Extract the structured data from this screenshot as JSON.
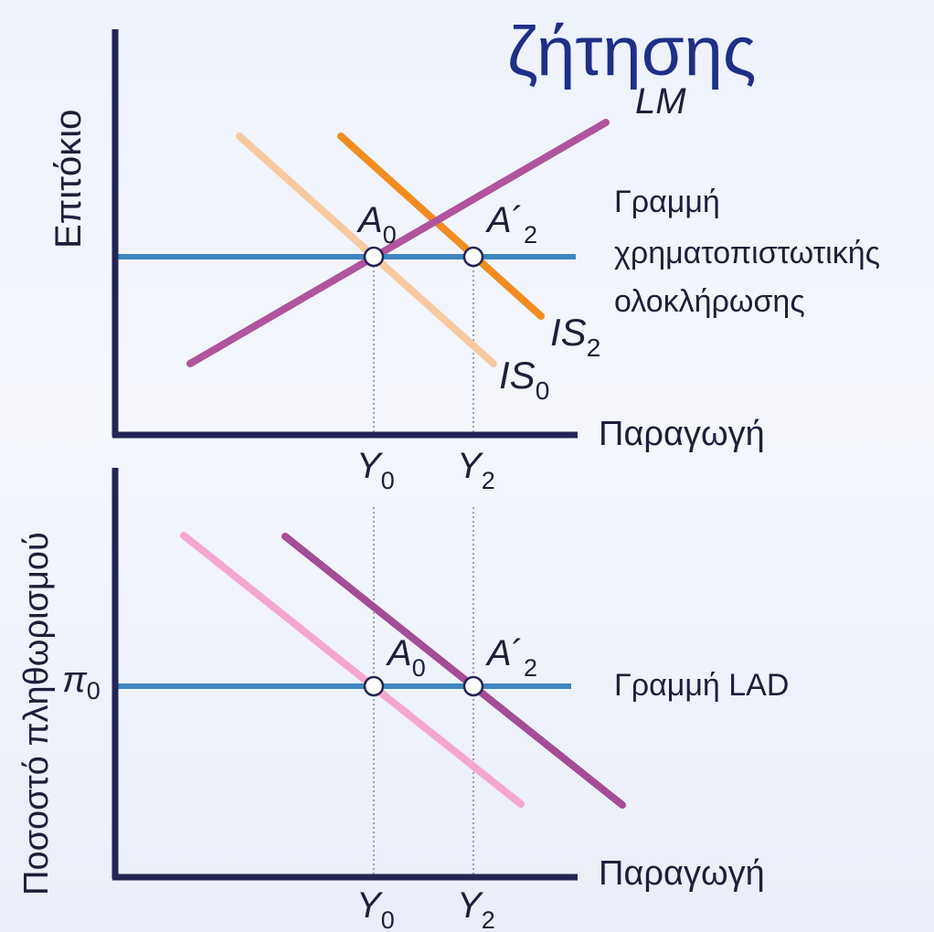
{
  "title": "ζήτησης",
  "colors": {
    "axis": "#232654",
    "horizontal_line": "#3f86c0",
    "LM": "#b0549e",
    "IS0": "#f8caa0",
    "IS2": "#f28c1f",
    "AD0": "#f4a6cf",
    "AD2": "#a44c96",
    "guide": "#7a7f95"
  },
  "top_panel": {
    "y_axis_label": "Επιτόκιο",
    "x_axis_label": "Παραγωγή",
    "lines": {
      "LM": "LM",
      "IS0": "IS",
      "IS0_sub": "0",
      "IS2": "IS",
      "IS2_sub": "2"
    },
    "horizontal_line_label": [
      "Γραμμή",
      "χρηματοπιστωτικής",
      "ολοκλήρωσης"
    ],
    "points": [
      {
        "name": "A",
        "sub": "0",
        "prime": ""
      },
      {
        "name": "A",
        "sub": "2",
        "prime": "´"
      }
    ],
    "x_ticks": [
      {
        "name": "Y",
        "sub": "0"
      },
      {
        "name": "Y",
        "sub": "2"
      }
    ]
  },
  "bottom_panel": {
    "y_axis_label": "Ποσοστό πληθωρισμού",
    "x_axis_label": "Παραγωγή",
    "y_tick": {
      "name": "π",
      "sub": "0"
    },
    "horizontal_line_label": "Γραμμή LAD",
    "points": [
      {
        "name": "A",
        "sub": "0",
        "prime": ""
      },
      {
        "name": "A",
        "sub": "2",
        "prime": "´"
      }
    ],
    "x_ticks": [
      {
        "name": "Y",
        "sub": "0"
      },
      {
        "name": "Y",
        "sub": "2"
      }
    ]
  }
}
